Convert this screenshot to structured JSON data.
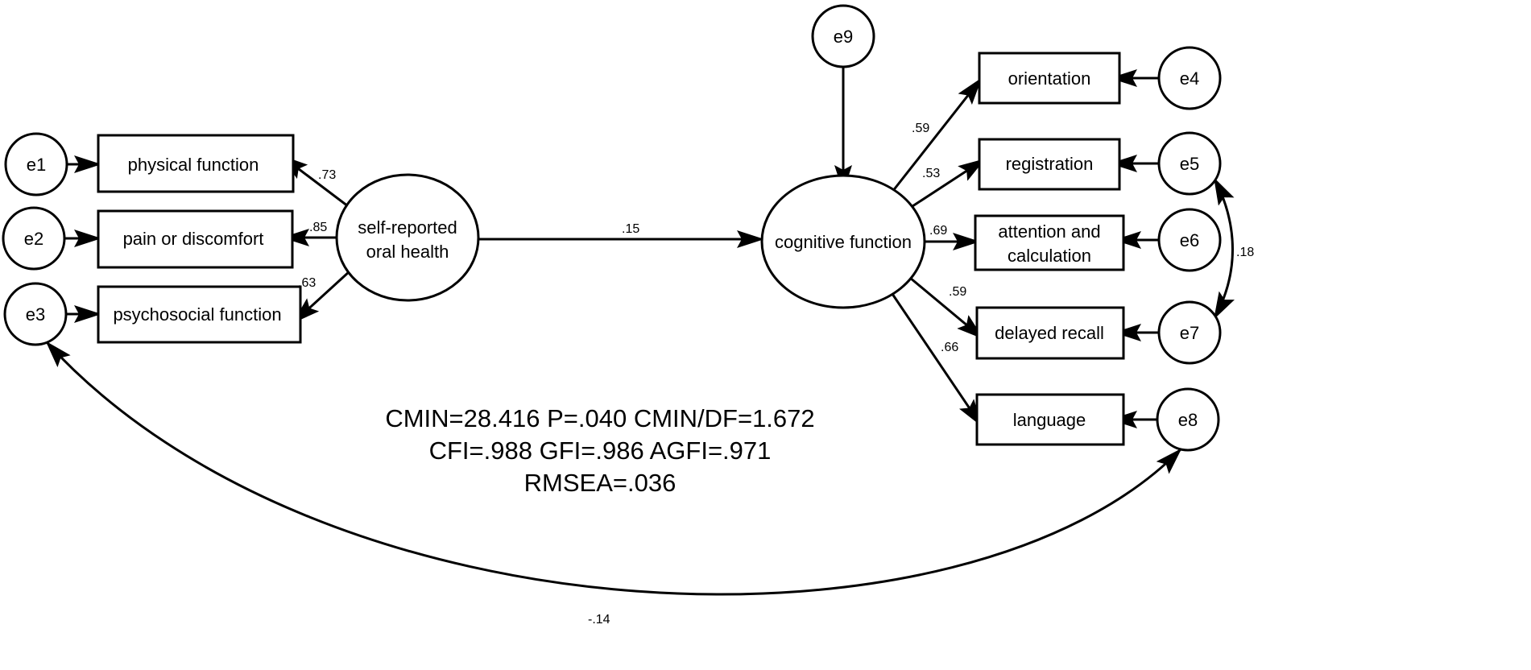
{
  "errors": {
    "e1": "e1",
    "e2": "e2",
    "e3": "e3",
    "e4": "e4",
    "e5": "e5",
    "e6": "e6",
    "e7": "e7",
    "e8": "e8",
    "e9": "e9"
  },
  "latent": {
    "oral_health": [
      "self-reported",
      "oral health"
    ],
    "cognitive": "cognitive function"
  },
  "observed": {
    "physical": "physical function",
    "pain": "pain or discomfort",
    "psychosocial": "psychosocial function",
    "orientation": "orientation",
    "registration": "registration",
    "attention": [
      "attention and",
      "calculation"
    ],
    "delayed_recall": "delayed recall",
    "language": "language"
  },
  "coefficients": {
    "physical": ".73",
    "pain": ".85",
    "psychosocial": ".63",
    "structural": ".15",
    "orientation": ".59",
    "registration": ".53",
    "attention": ".69",
    "delayed_recall": ".59",
    "language": ".66",
    "e5_e7": ".18",
    "e3_e8": "-.14"
  },
  "fit": [
    "CMIN=28.416 P=.040 CMIN/DF=1.672",
    "CFI=.988 GFI=.986 AGFI=.971",
    "RMSEA=.036"
  ]
}
